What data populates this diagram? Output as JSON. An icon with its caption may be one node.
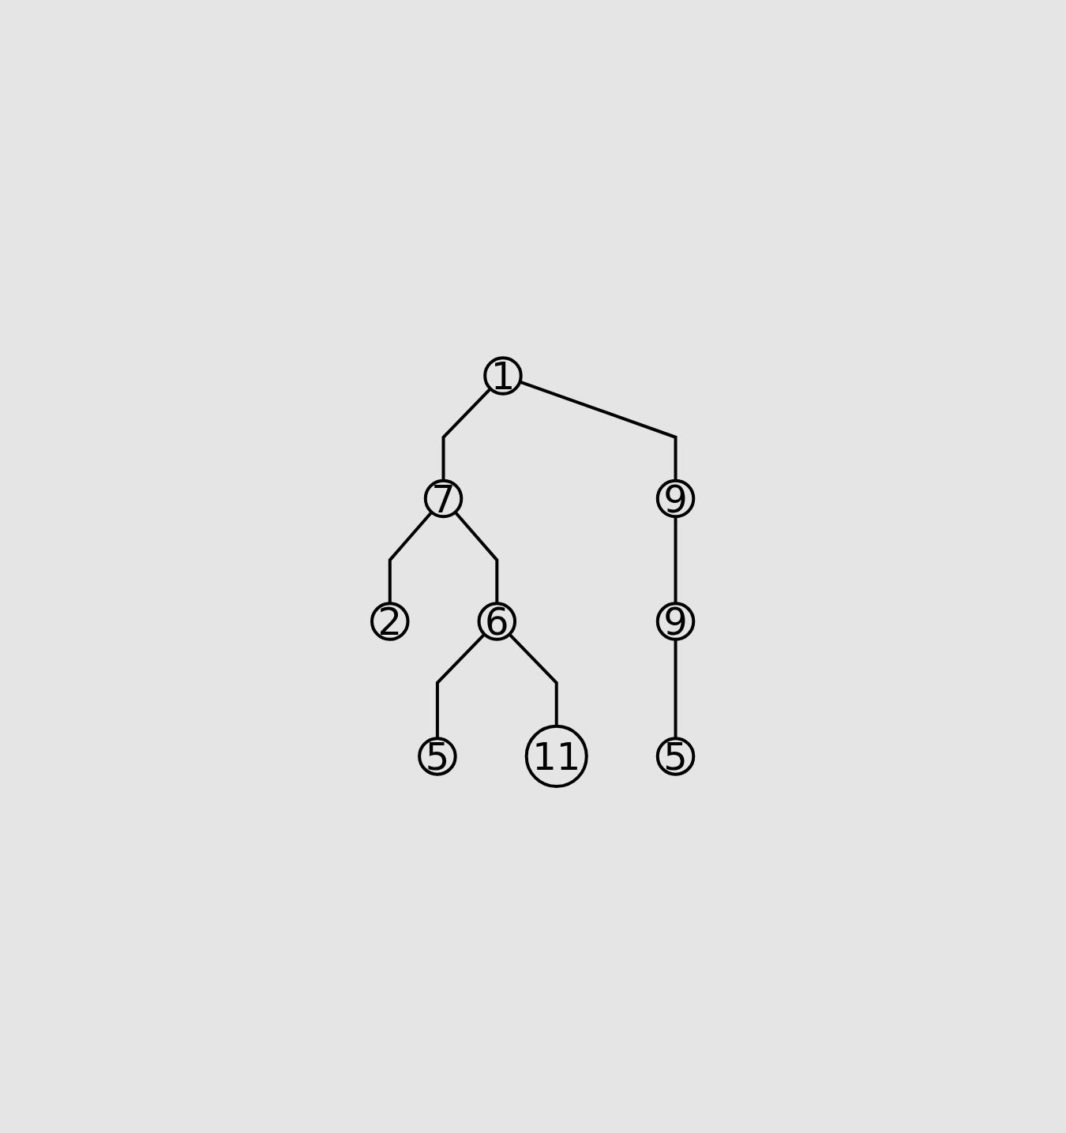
{
  "diagram": {
    "nodes": [
      {
        "text": [
          "1"
        ]
      },
      {
        "text": [
          "7"
        ]
      },
      {
        "text": [
          "9"
        ]
      },
      {
        "text": [
          "2"
        ]
      },
      {
        "text": [
          "6"
        ]
      },
      {
        "text": [
          "9"
        ]
      },
      {
        "text": [
          "5"
        ]
      },
      {
        "text": [
          "11"
        ]
      },
      {
        "text": [
          "5"
        ]
      }
    ],
    "edges": [
      {
        "from": 0,
        "to": 1,
        "arrow": "none"
      },
      {
        "from": 0,
        "to": 2,
        "arrow": "none"
      },
      {
        "from": 1,
        "to": 3,
        "arrow": "none"
      },
      {
        "from": 1,
        "to": 4,
        "arrow": "none"
      },
      {
        "from": 2,
        "to": 5,
        "arrow": "none"
      },
      {
        "from": 4,
        "to": 6,
        "arrow": "none"
      },
      {
        "from": 4,
        "to": 7,
        "arrow": "none"
      },
      {
        "from": 5,
        "to": 8,
        "arrow": "none"
      }
    ]
  }
}
